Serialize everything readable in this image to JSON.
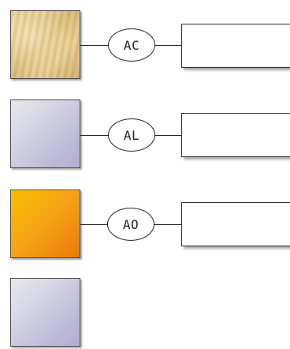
{
  "rows": [
    {
      "code": "AC",
      "swatch": "wood",
      "colors": [
        "#ecd7a2",
        "#d1b06c"
      ],
      "has_label_box": true
    },
    {
      "code": "AL",
      "swatch": "lavender",
      "colors": [
        "#e8e8ee",
        "#b2aed3"
      ],
      "has_label_box": true
    },
    {
      "code": "AO",
      "swatch": "orange",
      "colors": [
        "#f7c000",
        "#e57a0a"
      ],
      "has_label_box": true
    },
    {
      "code": "",
      "swatch": "lavender",
      "colors": [
        "#e8e8ee",
        "#b2aed3"
      ],
      "has_label_box": false
    }
  ]
}
